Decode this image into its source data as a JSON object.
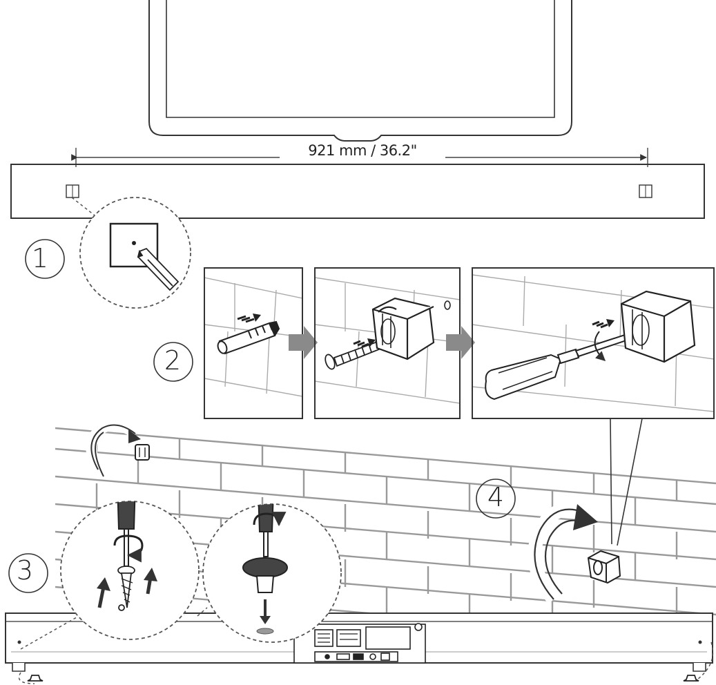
{
  "diagram": {
    "dimension_label": "921 mm / 36.2\"",
    "steps": [
      "1",
      "2",
      "3",
      "4"
    ],
    "colors": {
      "line": "#333333",
      "light_line": "#888888",
      "arrow_fill": "#8a8a8a",
      "background": "#ffffff"
    },
    "icons": [
      "tv-panel",
      "mounting-template",
      "pencil-icon",
      "wall-anchor-icon",
      "screw-icon",
      "wall-bracket-icon",
      "screwdriver-icon",
      "rotate-arrow-icon",
      "soundbar",
      "brick-wall"
    ]
  }
}
